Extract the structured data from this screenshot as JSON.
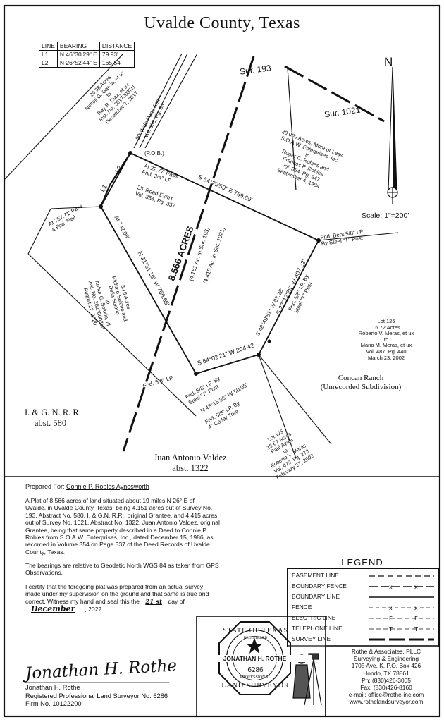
{
  "title": "Uvalde County, Texas",
  "line_table": {
    "headers": [
      "LINE",
      "BEARING",
      "DISTANCE"
    ],
    "rows": [
      [
        "L1",
        "N 46°30'29\" E",
        "79.93'"
      ],
      [
        "L2",
        "N 26°52'44\" E",
        "165.54'"
      ]
    ]
  },
  "map": {
    "north": "N",
    "scale": "Scale: 1\"=200'",
    "sur193": "Sur. 193",
    "sur1021": "Sur. 1021",
    "l1": "L1",
    "l2": "L2",
    "parcel_garcia": [
      "24.98 Acres",
      "Neftali G. Garcia, et ux",
      "to",
      "Ray R. Diaz, et ux",
      "Inst. No. 20170037I1",
      "December 7, 2017"
    ],
    "road_50": [
      "50' Wide Road Esm't",
      "Vol. 338, Pg. 56"
    ],
    "pob": "(P.O.B.)",
    "pass_2277": [
      "At 22.77' Pass",
      "Fnd. 3/4\" I.P."
    ],
    "road_25": [
      "25' Road Esm't",
      "Vol. 354, Pg. 337"
    ],
    "pass_757": [
      "At 757.71' Pass",
      "a Fnd. Nail"
    ],
    "at_742": "At 742.08'",
    "bearing_north_line": "S 64°29'59\" E  769.69'",
    "parcel_20ac": [
      "20.000 Acres, More or Less",
      "S.O.A.W. Enterprises, Inc.",
      "to",
      "Roger C. Robles and",
      "Frances P. Robles",
      "Vol. 354, Pg. 347",
      "September 4, 1984"
    ],
    "acres": "8.566 ACRES",
    "acres_sub1": "(4.151 Ac. in Sur. 193)",
    "acres_sub2": "(4.415 Ac. in Sur. 1021)",
    "bearing_west": "N 31°31'15\" W  766.65'",
    "parcel_318": [
      "3.18 Acres",
      "Richard Solorio and",
      "Delia Solorio",
      "to",
      "Arthur G. Solorio, III",
      "Inst. No. 2020000356",
      "August 22, 2020"
    ],
    "fnd_bent": [
      "Fnd. Bent 5/8\" I.P.",
      "By Steel \"T\" Post"
    ],
    "bearing_east": "S 22°12'25\" W  407.22'",
    "fnd_58_east": [
      "Fnd. 5/8\" I.P. By",
      "Steel \"T\" Post"
    ],
    "bearing_sw": "S 48°40'51\" W  97.28'",
    "lot125a": [
      "Lot 125",
      "16.72 Acres",
      "Roberto V. Meras, et ux",
      "to",
      "Maria M. Meras, et ux",
      "Vol. 487, Pg. 440",
      "March 23, 2002"
    ],
    "bearing_south": "S 54°02'21\" W  204.42'",
    "fnd_58_w": "Fnd. 5/8\" I.P.",
    "fnd_58_tpost": [
      "Fnd. 5/8\" I.P. By",
      "Steel \"T\" Post"
    ],
    "bearing_short": "N 43°15'36\" W  50.05'",
    "fnd_58_cedar": [
      "Fnd. 5/8\" I.P. By",
      "4\" Cedar Tree"
    ],
    "lot125b": [
      "Lot 125",
      "15.67 Acres",
      "Paul Ayala",
      "to",
      "Roberto V. Meras",
      "Vol. 479, Pg. 273",
      "February 27, 2002"
    ],
    "concan": [
      "Concan Ranch",
      "(Unrecorded Subdivision)"
    ],
    "ignrr": [
      "I. & G. N. R. R.",
      "abst. 580"
    ],
    "valdez": [
      "Juan Antonio Valdez",
      "abst. 1322"
    ]
  },
  "prepared_for_label": "Prepared For:",
  "prepared_for": "Connie P. Robles Aynesworth",
  "description": [
    "A Plat of 8.566 acres of land situated about 19 miles N 26° E of",
    "Uvalde, in Uvalde County, Texas, being 4.151 acres out of Survey No.",
    "193, Abstract No. 580, I. & G.N. R.R., original Grantee, and 4.415 acres",
    "out of Survey No. 1021, Abstract No. 1322, Juan Antonio Valdez, original",
    "Grantee, being that same property described in a Deed to Connie P.",
    "Robles from S.O.A.W. Enterprises, Inc., dated December 15, 1986, as",
    "recorded in Volume 354 on Page 337 of the Deed Records of Uvalde",
    "County, Texas."
  ],
  "bearings_note": [
    "The bearings are relative to Geodetic North WGS 84 as taken from GPS",
    "Observations."
  ],
  "certify": [
    "I certify that the foregoing plat was prepared from an actual survey",
    "made under my supervision on the ground and that same is true and",
    "correct.  Witness my hand and seal this the"
  ],
  "certify_day": "21 st",
  "certify_day_suffix": "day of",
  "certify_month": "December",
  "certify_year": ", 2022.",
  "signature": "Jonathan H. Rothe",
  "surveyor": {
    "name": "Jonathan H. Rothe",
    "title": "Registered Professional Land Surveyor No. 6286",
    "firm_no": "Firm No. 10122200"
  },
  "seal": {
    "top": "STATE OF TEXAS",
    "registered": "REGISTERED",
    "name": "JONATHAN H. ROTHE",
    "number": "6286",
    "professional": "PROFESSIONAL",
    "bottom": "LAND SURVEYOR"
  },
  "legend": {
    "title": "LEGEND",
    "items": [
      {
        "label": "EASEMENT LINE",
        "style": "dash"
      },
      {
        "label": "BOUNDARY FENCE",
        "style": "xdash"
      },
      {
        "label": "BOUNDARY LINE",
        "style": "solid"
      },
      {
        "label": "FENCE",
        "style": "x"
      },
      {
        "label": "ELECTRIC LINE",
        "style": "e"
      },
      {
        "label": "TELEPHONE LINE",
        "style": "t"
      },
      {
        "label": "SURVEY LINE",
        "style": "survey"
      }
    ]
  },
  "firm": {
    "name": "Rothe & Associates, PLLC",
    "tag": "Surveying & Engineering",
    "address": "1705 Ave. K, P.O. Box 426",
    "city": "Hondo, TX  78861",
    "phone": "Ph:  (830)426-3005",
    "fax": "Fax:  (830)426-8160",
    "email": "e-mail:  office@rothe-inc.com",
    "web": "www.rothelandsurveyor.com"
  }
}
